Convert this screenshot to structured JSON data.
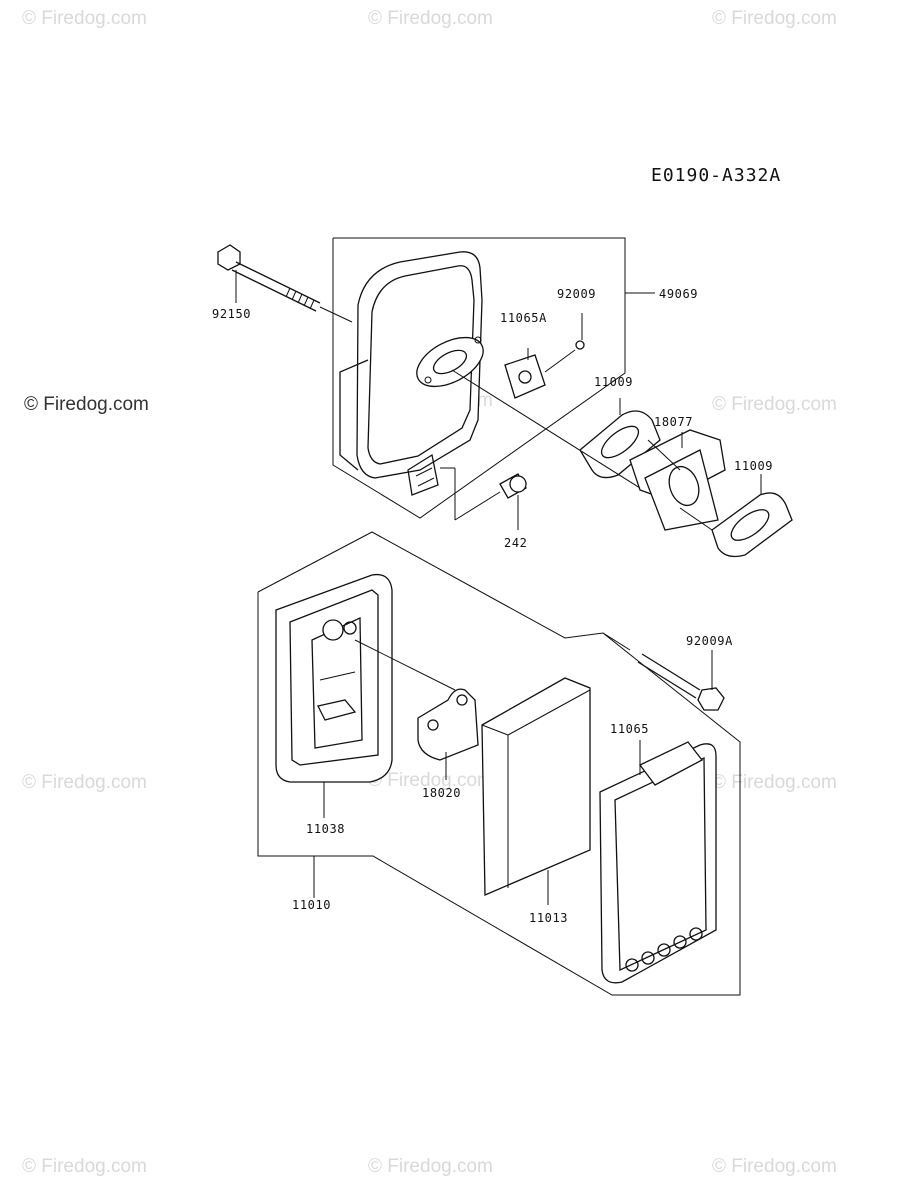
{
  "diagram_code": "E0190-A332A",
  "watermark": "© Firedog.com",
  "parts": {
    "p92150": "92150",
    "p49069": "49069",
    "p92009": "92009",
    "p11065A": "11065A",
    "p11009a": "11009",
    "p18077": "18077",
    "p11009b": "11009",
    "p242": "242",
    "p92009A": "92009A",
    "p11065": "11065",
    "p18020": "18020",
    "p11038": "11038",
    "p11013": "11013",
    "p11010": "11010"
  }
}
